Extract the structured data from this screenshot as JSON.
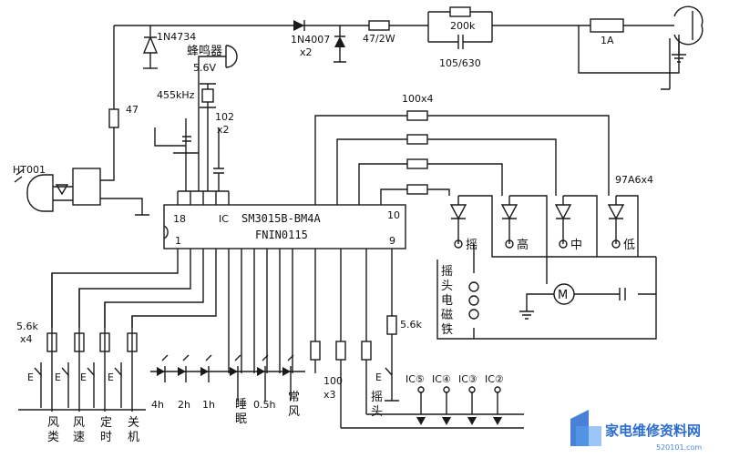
{
  "components": {
    "zener": "1N4734",
    "buzzer": "蜂鸣器",
    "buzzer_voltage": "5.6V",
    "resonator": "455kHz",
    "cap_102": "102",
    "cap_102_qty": "x2",
    "diode": "1N4007",
    "diode_qty": "x2",
    "res_47w": "47/2W",
    "res_200k": "200k",
    "cap_105": "105/630",
    "fuse": "1A",
    "res_47": "47",
    "res_100x4": "100x4",
    "triac": "97A6x4",
    "receiver": "HT001",
    "res_56k_x4": "5.6k",
    "res_56k_x4_qty": "x4",
    "res_56k": "5.6k",
    "res_100x3": "100",
    "res_100x3_qty": "x3"
  },
  "ic": {
    "name": "IC",
    "part": "SM3015B-BM4A",
    "code": "FNIN0115",
    "pin18": "18",
    "pin1": "1",
    "pin10": "10",
    "pin9": "9"
  },
  "outputs": {
    "swing": "摇",
    "high": "高",
    "mid": "中",
    "low": "低",
    "swing_coil": [
      "摇",
      "头",
      "电",
      "磁",
      "铁"
    ],
    "motor": "M"
  },
  "leds": {
    "h4": "4h",
    "h2": "2h",
    "h1": "1h",
    "h05": "0.5h",
    "sleep": [
      "睡",
      "眠"
    ],
    "normal": [
      "常",
      "风"
    ],
    "ic5": "IC⑤",
    "ic4": "IC④",
    "ic3": "IC③",
    "ic2": "IC②"
  },
  "keys": {
    "e_label": "E",
    "fenglei": [
      "风",
      "类"
    ],
    "fengsu": [
      "风",
      "速"
    ],
    "dingshi": [
      "定",
      "时"
    ],
    "guanji": [
      "关",
      "机"
    ],
    "yaotou": [
      "摇",
      "头"
    ]
  },
  "watermark": {
    "brand": "家电维修资料网",
    "url": "520101.com"
  }
}
